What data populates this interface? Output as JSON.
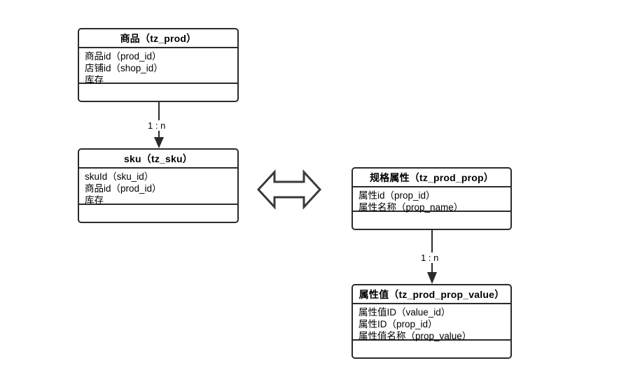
{
  "diagram": {
    "type": "er-diagram",
    "background_color": "#ffffff",
    "line_color": "#2b2b2b",
    "text_color": "#000000",
    "entities": [
      {
        "id": "tz_prod",
        "title": "商品（tz_prod）",
        "fields": [
          "商品id（prod_id）",
          "店铺id（shop_id）",
          "库存"
        ],
        "footer": ""
      },
      {
        "id": "tz_sku",
        "title": "sku（tz_sku）",
        "fields": [
          "skuId（sku_id）",
          "商品id（prod_id）",
          "库存"
        ],
        "footer": ""
      },
      {
        "id": "tz_prod_prop",
        "title": "规格属性（tz_prod_prop）",
        "fields": [
          "属性id（prop_id）",
          "属性名称（prop_name）"
        ],
        "footer": ""
      },
      {
        "id": "tz_prod_prop_value",
        "title": "属性值（tz_prod_prop_value）",
        "fields": [
          "属性值ID（value_id）",
          "属性ID（prop_id）",
          "属性值名称（prop_value）"
        ],
        "footer": ""
      }
    ],
    "relations": [
      {
        "id": "prod-to-sku",
        "from": "tz_prod",
        "to": "tz_sku",
        "cardinality": "1 : n"
      },
      {
        "id": "prop-to-prop-value",
        "from": "tz_prod_prop",
        "to": "tz_prod_prop_value",
        "cardinality": "1 : n"
      }
    ],
    "link_arrow": {
      "id": "sku-prop-link",
      "icon": "double-headed-arrow-icon",
      "label": ""
    }
  }
}
